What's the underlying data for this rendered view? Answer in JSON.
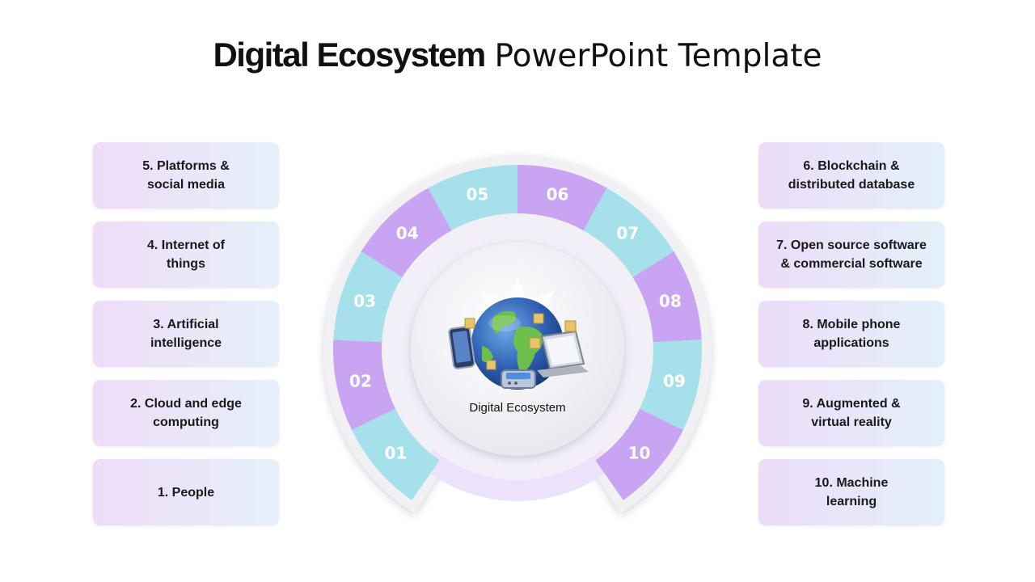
{
  "slide": {
    "title_bold": "Digital Ecosystem",
    "title_rest": "PowerPoint Template",
    "center_label": "Digital Ecosystem",
    "center_icon": "globe-with-devices-icon"
  },
  "segments": [
    {
      "number": "01",
      "color": "#a6e0ea"
    },
    {
      "number": "02",
      "color": "#c9a4f3"
    },
    {
      "number": "03",
      "color": "#a6e0ea"
    },
    {
      "number": "04",
      "color": "#c9a4f3"
    },
    {
      "number": "05",
      "color": "#a6e0ea"
    },
    {
      "number": "06",
      "color": "#c9a4f3"
    },
    {
      "number": "07",
      "color": "#a6e0ea"
    },
    {
      "number": "08",
      "color": "#c9a4f3"
    },
    {
      "number": "09",
      "color": "#a6e0ea"
    },
    {
      "number": "10",
      "color": "#c9a4f3"
    }
  ],
  "left_cards": [
    {
      "text": "5. Platforms &\nsocial media"
    },
    {
      "text": "4. Internet of\nthings"
    },
    {
      "text": "3. Artificial\nintelligence"
    },
    {
      "text": "2. Cloud and edge\ncomputing"
    },
    {
      "text": "1. People"
    }
  ],
  "right_cards": [
    {
      "text": "6. Blockchain &\ndistributed database"
    },
    {
      "text": "7. Open source software\n& commercial software"
    },
    {
      "text": "8. Mobile phone\napplications"
    },
    {
      "text": "9. Augmented &\nvirtual reality"
    },
    {
      "text": "10. Machine\nlearning"
    }
  ]
}
